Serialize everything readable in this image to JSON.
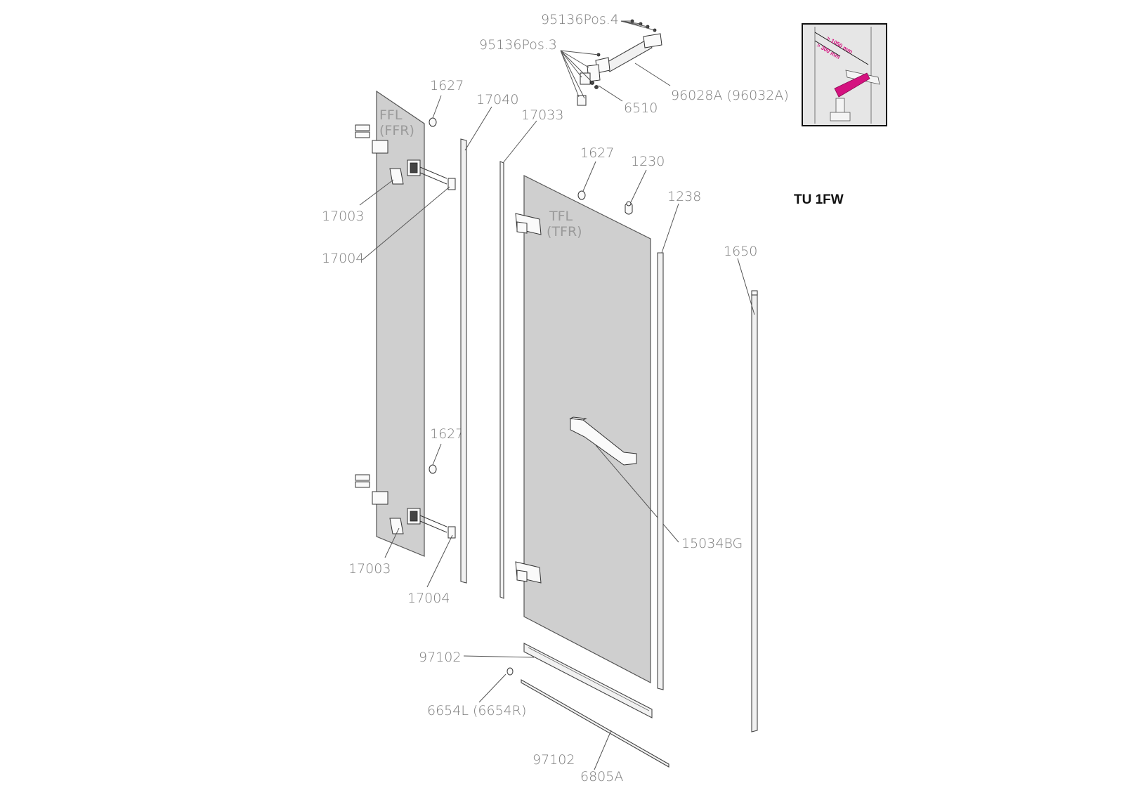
{
  "model": {
    "title": "TU 1FW"
  },
  "glass_labels": {
    "fixed_panel": [
      "FFL",
      "(FFR)"
    ],
    "door_panel": [
      "TFL",
      "(TFR)"
    ]
  },
  "parts": {
    "p95136pos4": "95136Pos.4",
    "p95136pos3": "95136Pos.3",
    "p96028a": "96028A (96032A)",
    "p6510": "6510",
    "p1627_top": "1627",
    "p17040": "17040",
    "p17033": "17033",
    "p1627_door": "1627",
    "p1230": "1230",
    "p1238": "1238",
    "p17003_top": "17003",
    "p17004_top": "17004",
    "p1650": "1650",
    "p1627_bottom": "1627",
    "p15034bg": "15034BG",
    "p17003_bottom": "17003",
    "p17004_bottom": "17004",
    "p97102_a": "97102",
    "p6654": "6654L (6654R)",
    "p97102_b": "97102",
    "p6805a": "6805A"
  },
  "inset": {
    "dim_long": "> 1050 mm",
    "dim_short": "> 300 mm"
  },
  "colors": {
    "accent": "#d4127f",
    "line": "#555555",
    "glass": "#cfcfcf"
  }
}
